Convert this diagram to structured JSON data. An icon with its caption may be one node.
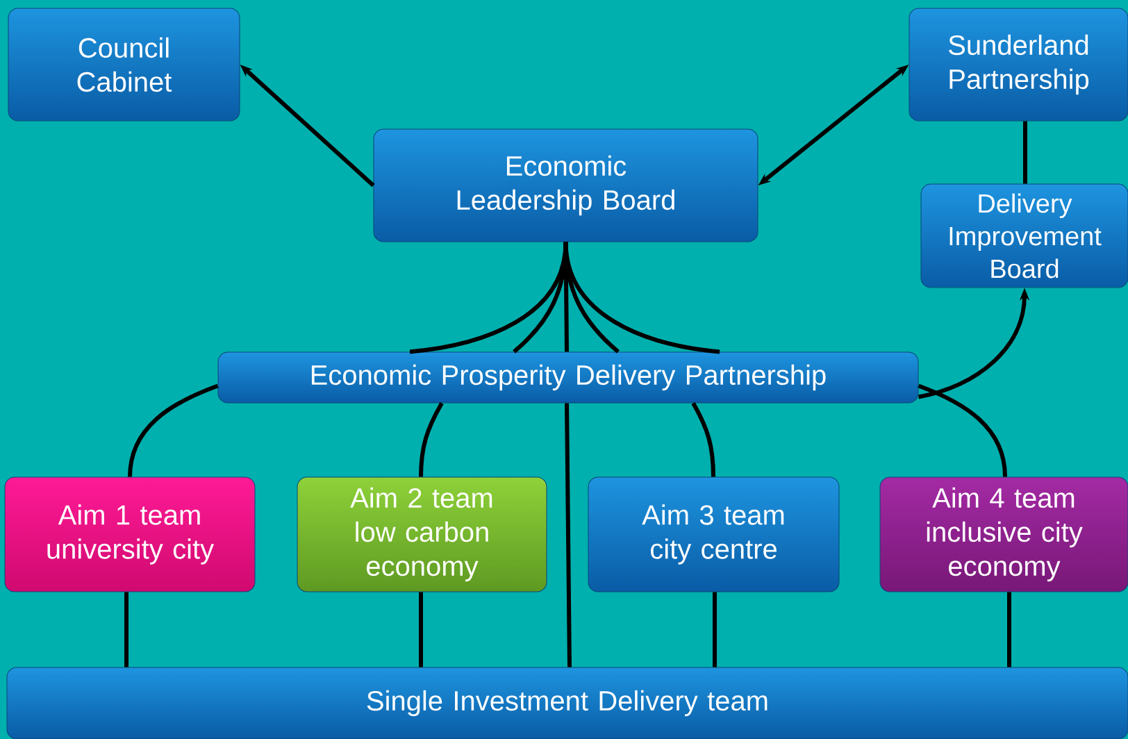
{
  "diagram": {
    "nodes": [
      {
        "text": [
          "Council Cabinet"
        ]
      },
      {
        "text": [
          "Sunderland Partnership"
        ]
      },
      {
        "text": [
          "Economic Leadership Board"
        ]
      },
      {
        "text": [
          "Delivery Improvement Board"
        ]
      },
      {
        "text": [
          "Economic Prosperity Delivery Partnership"
        ]
      },
      {
        "text": [
          "Aim 1 team university city"
        ]
      },
      {
        "text": [
          "Aim 2 team low carbon economy"
        ]
      },
      {
        "text": [
          "Aim 3 team city centre"
        ]
      },
      {
        "text": [
          "Aim 4 team inclusive city economy"
        ]
      },
      {
        "text": [
          "Single Investment Delivery team"
        ]
      }
    ],
    "edges": [
      {
        "from": 2,
        "to": 0,
        "arrow": "to"
      },
      {
        "from": 2,
        "to": 1,
        "arrow": "both"
      },
      {
        "from": 1,
        "to": 3,
        "arrow": "none"
      },
      {
        "from": 2,
        "to": 4,
        "arrow": "none"
      },
      {
        "from": 2,
        "to": 4,
        "arrow": "none"
      },
      {
        "from": 2,
        "to": 4,
        "arrow": "none"
      },
      {
        "from": 2,
        "to": 4,
        "arrow": "none"
      },
      {
        "from": 2,
        "to": 4,
        "arrow": "none"
      },
      {
        "from": 4,
        "to": 3,
        "arrow": "to"
      },
      {
        "from": 4,
        "to": 5,
        "arrow": "none"
      },
      {
        "from": 4,
        "to": 6,
        "arrow": "none"
      },
      {
        "from": 4,
        "to": 7,
        "arrow": "none"
      },
      {
        "from": 4,
        "to": 8,
        "arrow": "none"
      },
      {
        "from": 4,
        "to": 9,
        "arrow": "none"
      },
      {
        "from": 5,
        "to": 9,
        "arrow": "none"
      },
      {
        "from": 6,
        "to": 9,
        "arrow": "none"
      },
      {
        "from": 7,
        "to": 9,
        "arrow": "none"
      },
      {
        "from": 8,
        "to": 9,
        "arrow": "none"
      }
    ]
  }
}
